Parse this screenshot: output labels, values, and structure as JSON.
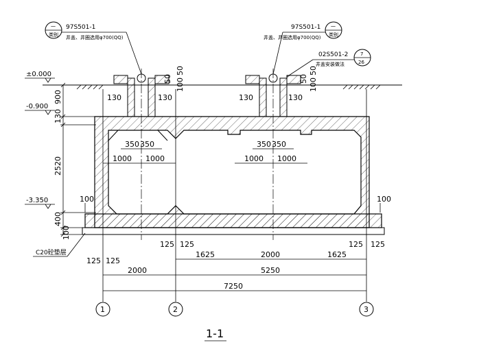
{
  "levels": [
    "±0.000",
    "-0.900",
    "-3.350"
  ],
  "vertical_dims": [
    "900",
    "130",
    "2520",
    "400",
    "100"
  ],
  "left_callout": {
    "code": "97S501-1",
    "text": "井盖、井圈选用φ700(QQ)",
    "circle_top": "一",
    "circle_bottom": "类别"
  },
  "right_callout": {
    "code": "97S501-1",
    "text": "井盖、井圈选用φ700(QQ)",
    "circle_top": "一",
    "circle_bottom": "类别"
  },
  "detail_callout": {
    "code": "02S501-2",
    "text": "井盖安装做法",
    "circle_top": "7",
    "circle_bottom": "26"
  },
  "neck_dims": {
    "left_130": "130",
    "right_130": "130",
    "d50": "50",
    "d100": "100"
  },
  "interior_dims": {
    "half_a": "350",
    "half_b": "350",
    "left_1000": "1000",
    "right_1000": "1000"
  },
  "wall_dims": {
    "d100": "100",
    "d125": "125"
  },
  "bottom_row1": [
    "1625",
    "2000",
    "1625"
  ],
  "bottom_row2": [
    "2000",
    "5250"
  ],
  "bottom_total": "7250",
  "grid_axes": [
    "1",
    "2",
    "3"
  ],
  "material_label": "C20砼垫层",
  "section_title": "1-1"
}
